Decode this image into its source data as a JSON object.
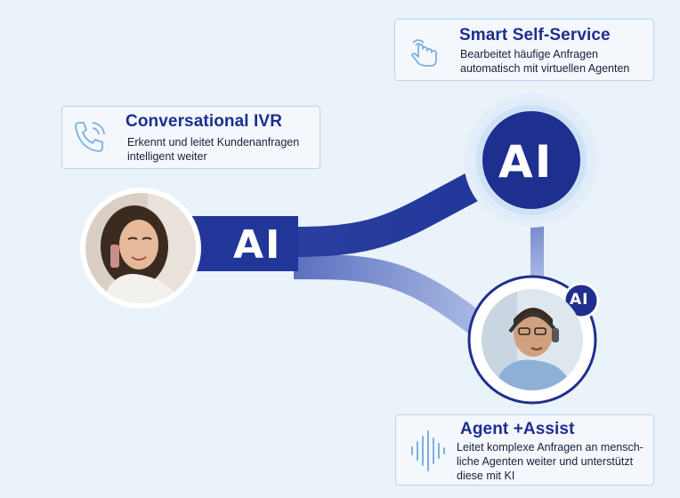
{
  "cards": {
    "self_service": {
      "title": "Smart Self-Service",
      "description": "Bearbeitet häufige Anfragen\nautomatisch mit virtuellen Agenten",
      "icon": "hand-tap-icon"
    },
    "ivr": {
      "title": "Conversational IVR",
      "description": "Erkennt und leitet Kundenanfragen\nintelligent weiter",
      "icon": "phone-call-icon"
    },
    "agent_assist": {
      "title": "Agent +Assist",
      "description": "Leitet komplexe Anfragen an mensch-\nliche Agenten weiter und unterstützt\ndiese mit KI",
      "icon": "sound-wave-icon"
    }
  },
  "ai_labels": {
    "flow": "AI",
    "hub": "AI",
    "badge": "AI"
  },
  "colors": {
    "navy": "#1d2e8f",
    "flow_blue": "#233a9c",
    "light_blue": "#b9d3ee",
    "background": "#eaf2fa"
  }
}
